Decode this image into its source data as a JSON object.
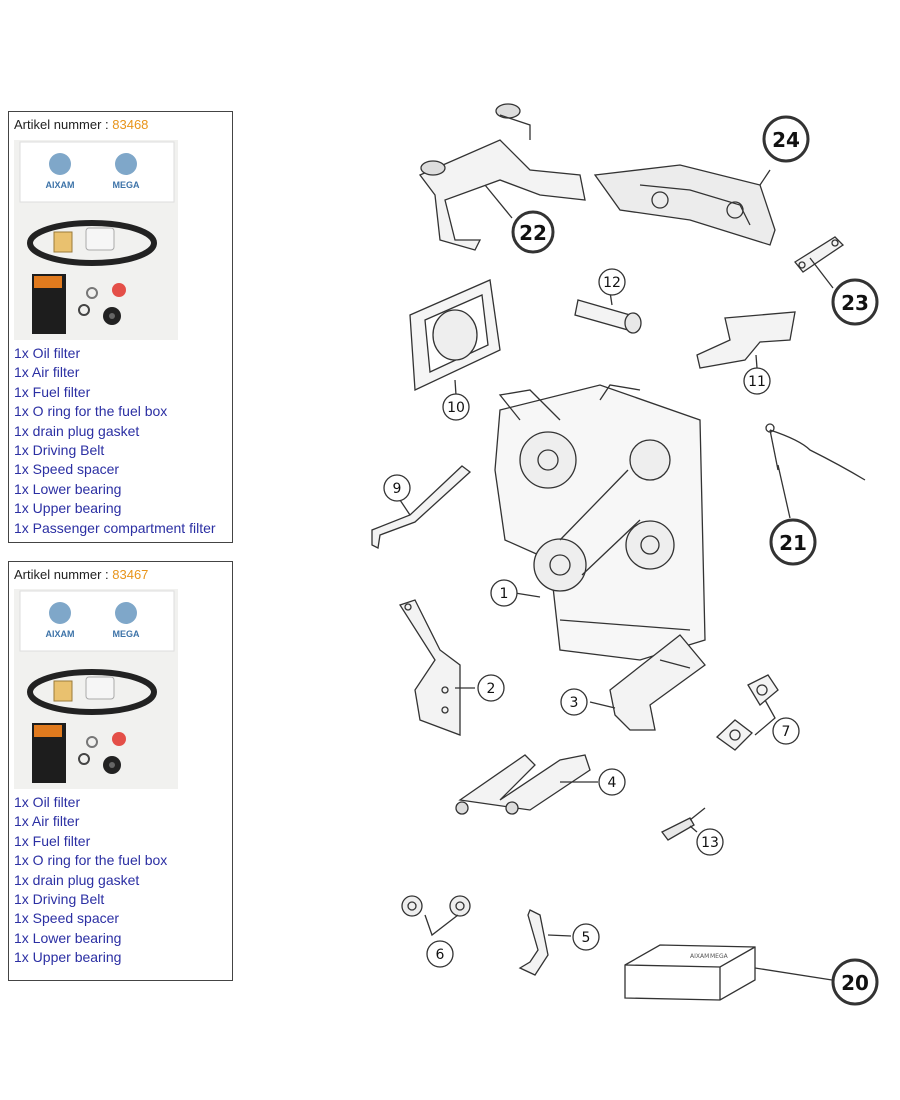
{
  "kits": [
    {
      "label": "Artikel nummer : ",
      "number": "83468",
      "box_brands": [
        "AIXAM",
        "MEGA"
      ],
      "items": [
        "1x Oil filter",
        "1x Air filter",
        "1x Fuel filter",
        "1x O ring for the fuel box",
        "1x drain plug gasket",
        "1x Driving Belt",
        "1x Speed spacer",
        "1x Lower bearing",
        "1x Upper bearing",
        "1x Passenger compartment filter"
      ]
    },
    {
      "label": "Artikel nummer : ",
      "number": "83467",
      "box_brands": [
        "AIXAM",
        "MEGA"
      ],
      "items": [
        "1x Oil filter",
        "1x Air filter",
        "1x Fuel filter",
        "1x O ring for the fuel box",
        "1x drain plug gasket",
        "1x Driving Belt",
        "1x Speed spacer",
        "1x Lower bearing",
        "1x Upper bearing"
      ]
    }
  ],
  "diagram": {
    "callouts": [
      "1",
      "2",
      "3",
      "4",
      "5",
      "6",
      "7",
      "9",
      "10",
      "11",
      "12",
      "13",
      "20",
      "21",
      "22",
      "23",
      "24"
    ],
    "box_brands": [
      "AIXAM",
      "MEGA"
    ]
  },
  "colors": {
    "kit_number": "#e8941a",
    "kit_items": "#2b2fa3",
    "line_art": "#333333"
  }
}
